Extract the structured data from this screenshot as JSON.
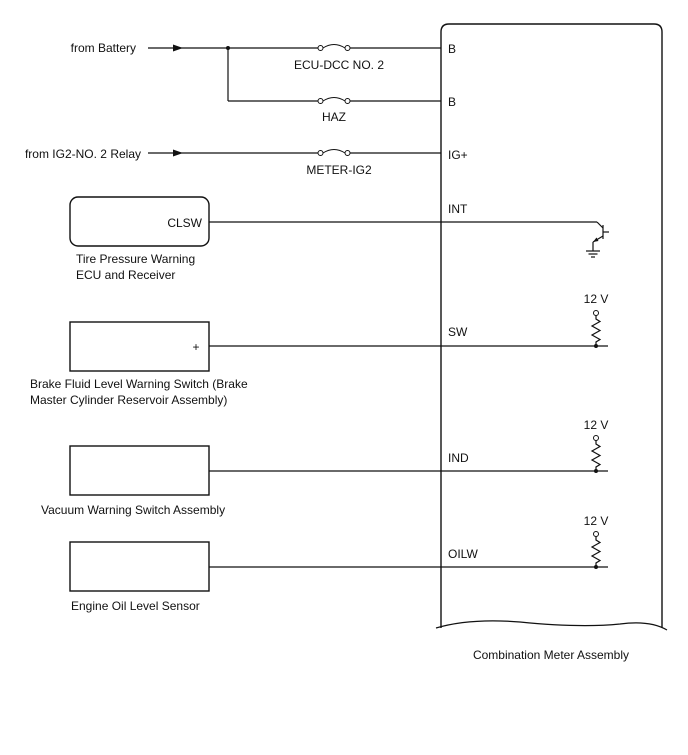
{
  "sources": {
    "battery": "from Battery",
    "ig2_relay": "from IG2-NO. 2 Relay"
  },
  "fuses": {
    "ecu_dcc": "ECU-DCC NO. 2",
    "haz": "HAZ",
    "meter_ig2": "METER-IG2"
  },
  "terminals": {
    "b1": "B",
    "b2": "B",
    "ig": "IG+",
    "int": "INT",
    "sw": "SW",
    "ind": "IND",
    "oilw": "OILW"
  },
  "components": {
    "tire_pressure": {
      "pin": "CLSW",
      "label_line1": "Tire Pressure Warning",
      "label_line2": "ECU and Receiver"
    },
    "brake_fluid": {
      "pin": "+",
      "label_line1": "Brake Fluid Level Warning Switch (Brake",
      "label_line2": "Master Cylinder Reservoir Assembly)"
    },
    "vacuum": {
      "label": "Vacuum Warning Switch Assembly"
    },
    "oil_level": {
      "label": "Engine Oil Level Sensor"
    }
  },
  "pullups": {
    "sw_voltage": "12 V",
    "ind_voltage": "12 V",
    "oilw_voltage": "12 V"
  },
  "meter": {
    "label": "Combination Meter Assembly"
  }
}
